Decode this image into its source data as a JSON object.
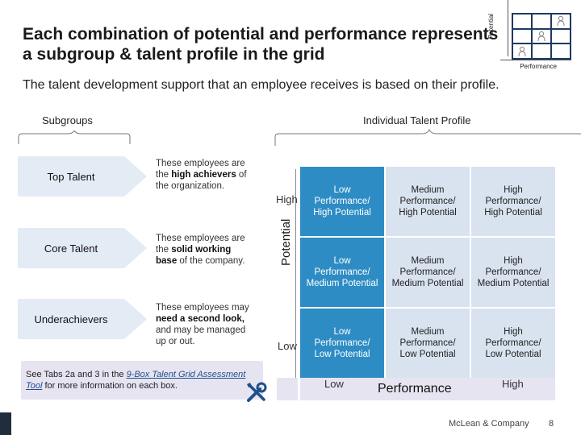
{
  "title": "Each combination of potential and performance represents a subgroup & talent profile in the grid",
  "subtitle": "The talent development support that an employee receives is based on their profile.",
  "mini_grid": {
    "y_label": "Potential",
    "x_label": "Performance"
  },
  "headers": {
    "subgroups": "Subgroups",
    "individual": "Individual Talent Profile"
  },
  "subgroups": [
    {
      "name": "Top Talent",
      "desc_pre": "These employees are the ",
      "desc_bold": "high achievers",
      "desc_post": " of the organization."
    },
    {
      "name": "Core Talent",
      "desc_pre": "These employees are the ",
      "desc_bold": "solid working base",
      "desc_post": " of the company."
    },
    {
      "name": "Underachievers",
      "desc_pre": "These employees may ",
      "desc_bold": "need a second look,",
      "desc_post": " and may be managed up or out."
    }
  ],
  "grid": {
    "y_axis": "Potential",
    "y_high": "High",
    "y_low": "Low",
    "x_axis": "Performance",
    "x_low": "Low",
    "x_high": "High",
    "cells": [
      [
        "Low Performance/ High Potential",
        "Medium Performance/ High Potential",
        "High Performance/ High Potential"
      ],
      [
        "Low Performance/ Medium Potential",
        "Medium Performance/ Medium Potential",
        "High Performance/ Medium Potential"
      ],
      [
        "Low Performance/ Low Potential",
        "Medium Performance/ Low Potential",
        "High Performance/ Low Potential"
      ]
    ]
  },
  "note": {
    "pre": "See Tabs 2a and 3 in the ",
    "link": "9-Box Talent Grid Assessment Tool",
    "post": " for more information on each box."
  },
  "footer": {
    "brand": "McLean & Company",
    "page": "8"
  },
  "colors": {
    "blue_cell": "#2e8cc4",
    "light_cell": "#d9e3f0",
    "band": "#e6e4f1"
  }
}
